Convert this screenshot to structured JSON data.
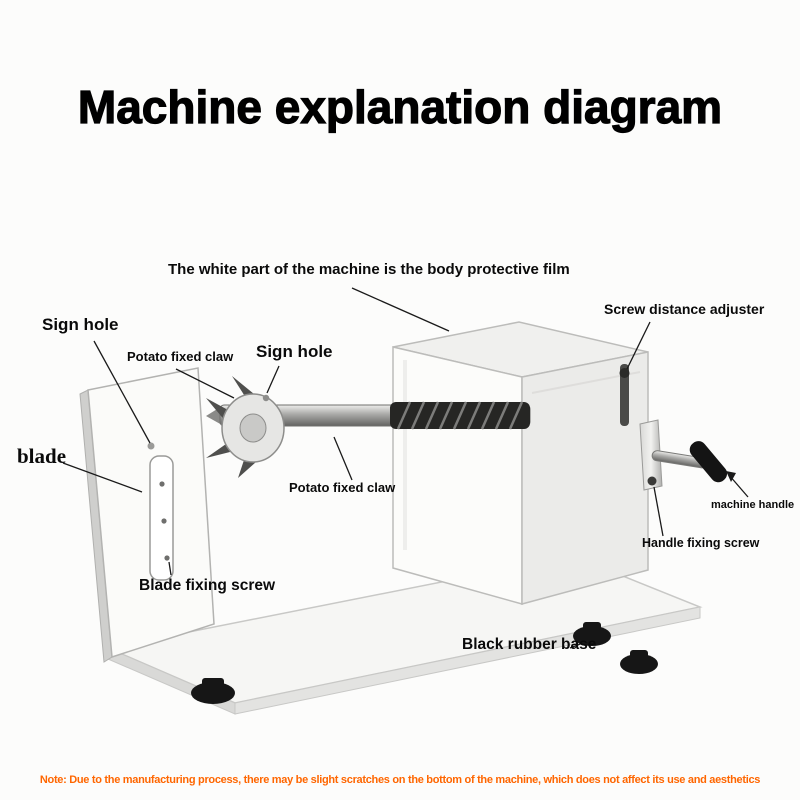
{
  "title": "Machine explanation diagram",
  "labels": {
    "protective_film": "The white part of the machine is the body protective film",
    "sign_hole_left": "Sign hole",
    "potato_fixed_claw_top": "Potato fixed claw",
    "sign_hole_center": "Sign hole",
    "screw_distance_adjuster": "Screw distance adjuster",
    "blade": "blade",
    "potato_fixed_claw_bottom": "Potato fixed claw",
    "machine_handle": "machine handle",
    "handle_fixing_screw": "Handle fixing screw",
    "blade_fixing_screw": "Blade fixing screw",
    "black_rubber_base": "Black rubber base"
  },
  "note": "Note: Due to the manufacturing process, there may be slight scratches on the bottom of the machine, which does not affect its use and aesthetics",
  "colors": {
    "title": "#000000",
    "label_text": "#0a0a0a",
    "note_text": "#ff6600",
    "leader_line": "#1a1a1a",
    "machine_metal_light": "#fbfbf9",
    "machine_metal_mid": "#d9d9d7",
    "spiral_dark": "#262624",
    "rubber_feet": "#161616",
    "background": "#fcfcfb"
  }
}
